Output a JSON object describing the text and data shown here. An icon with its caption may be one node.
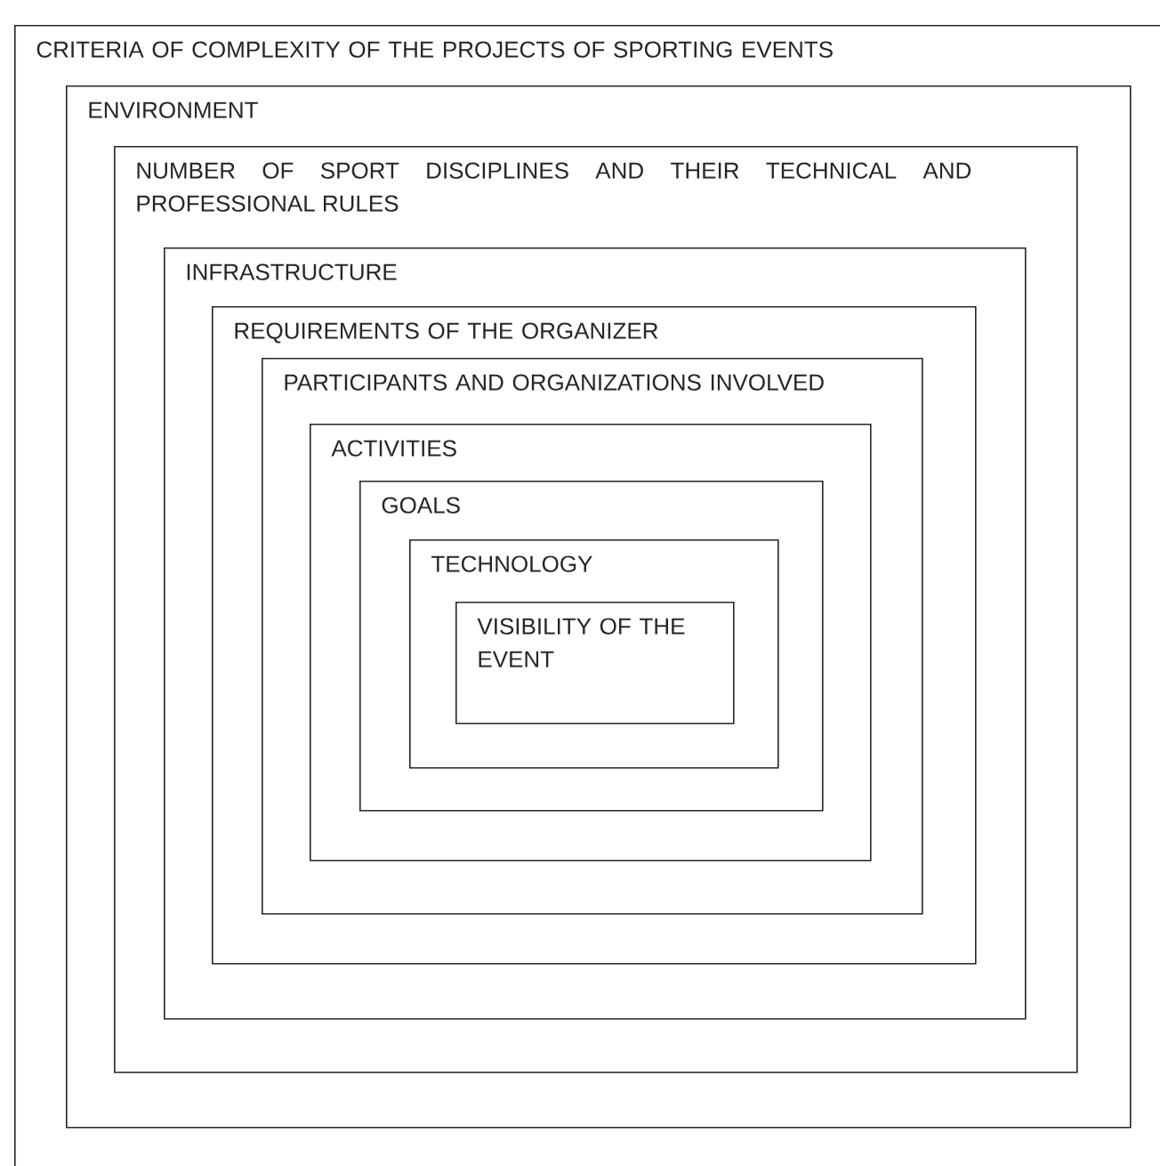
{
  "diagram": {
    "nodes": [
      {
        "text": [
          "CRITERIA OF COMPLEXITY OF THE PROJECTS OF SPORTING EVENTS"
        ]
      },
      {
        "text": [
          "ENVIRONMENT"
        ],
        "in": 0
      },
      {
        "text": [
          "NUMBER OF SPORT DISCIPLINES AND THEIR TECHNICAL AND PROFESSIONAL RULES"
        ],
        "in": 1
      },
      {
        "text": [
          "INFRASTRUCTURE"
        ],
        "in": 2
      },
      {
        "text": [
          "REQUIREMENTS OF THE ORGANIZER"
        ],
        "in": 3
      },
      {
        "text": [
          "PARTICIPANTS AND ORGANIZATIONS INVOLVED"
        ],
        "in": 4
      },
      {
        "text": [
          "ACTIVITIES"
        ],
        "in": 5
      },
      {
        "text": [
          "GOALS"
        ],
        "in": 6
      },
      {
        "text": [
          "TECHNOLOGY"
        ],
        "in": 7
      },
      {
        "text": [
          "VISIBILITY OF THE EVENT"
        ],
        "in": 8
      }
    ]
  }
}
